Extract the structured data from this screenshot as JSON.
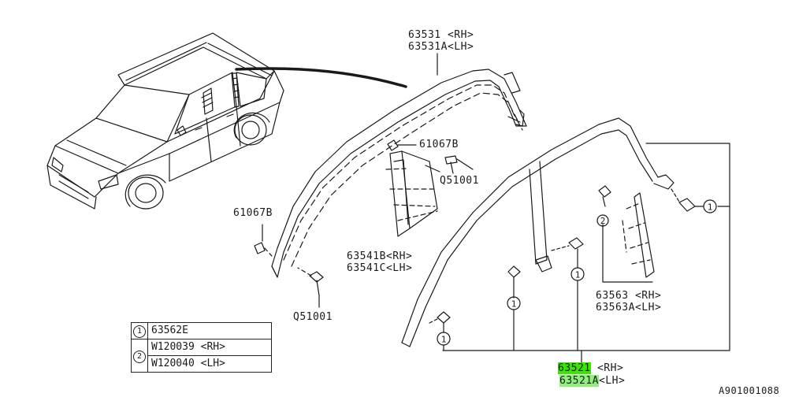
{
  "callouts": {
    "c63531_rh": "63531 <RH>",
    "c63531a_lh": "63531A<LH>",
    "c61067b_top": "61067B",
    "cq51001_top": "Q51001",
    "c61067b_left": "61067B",
    "c63541b_rh": "63541B<RH>",
    "c63541c_lh": "63541C<LH>",
    "cq51001_bottom": "Q51001",
    "c63563_rh": "63563 <RH>",
    "c63563a_lh": "63563A<LH>",
    "c63521": "63521",
    "c63521_rh_suffix": " <RH>",
    "c63521a": "63521A",
    "c63521a_lh_suffix": "<LH>",
    "diagram_code": "A901001088"
  },
  "markers": {
    "one": "1",
    "two": "2"
  },
  "legend": {
    "rows": [
      {
        "num": "1",
        "part": "63562E"
      },
      {
        "num": "2",
        "part": "W120039 <RH>"
      },
      {
        "num": "",
        "part": "W120040 <LH>"
      }
    ]
  },
  "colors": {
    "highlight_strong": "#39e600",
    "highlight_light": "#8ef07a",
    "line": "#1a1a1a"
  }
}
